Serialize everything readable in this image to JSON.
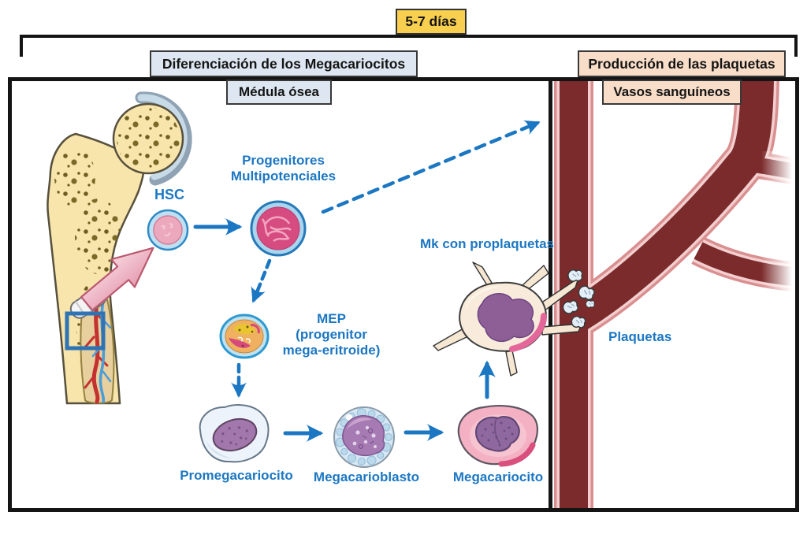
{
  "timeline": {
    "duration_label": "5-7 días"
  },
  "sections": {
    "differentiation": {
      "title": "Diferenciación de los Megacariocitos",
      "location_label": "Médula ósea"
    },
    "production": {
      "title": "Producción de las plaquetas",
      "location_label": "Vasos sanguíneos"
    }
  },
  "cells": {
    "hsc": {
      "label": "HSC"
    },
    "progenitores": {
      "line1": "Progenitores",
      "line2": "Multipotenciales"
    },
    "mep": {
      "line1": "MEP",
      "line2": "(progenitor",
      "line3": "mega-eritroide)"
    },
    "promegacariocito": {
      "label": "Promegacariocito"
    },
    "megacarioblasto": {
      "label": "Megacarioblasto"
    },
    "megacariocito": {
      "label": "Megacariocito"
    },
    "mk_proplaquetas": {
      "label": "Mk con proplaquetas"
    },
    "plaquetas": {
      "label": "Plaquetas"
    }
  },
  "colors": {
    "label_blue": "#1C77C3",
    "timeline_yellow": "#F8CF4F",
    "header_blue_bg": "#DEE7F1",
    "header_salmon_bg": "#F8DEC9",
    "vessel_dark_red": "#7C2B2C",
    "vessel_wall_pink": "#D98F90",
    "bone_fill": "#F8E5AC",
    "box_border": "#141414"
  }
}
